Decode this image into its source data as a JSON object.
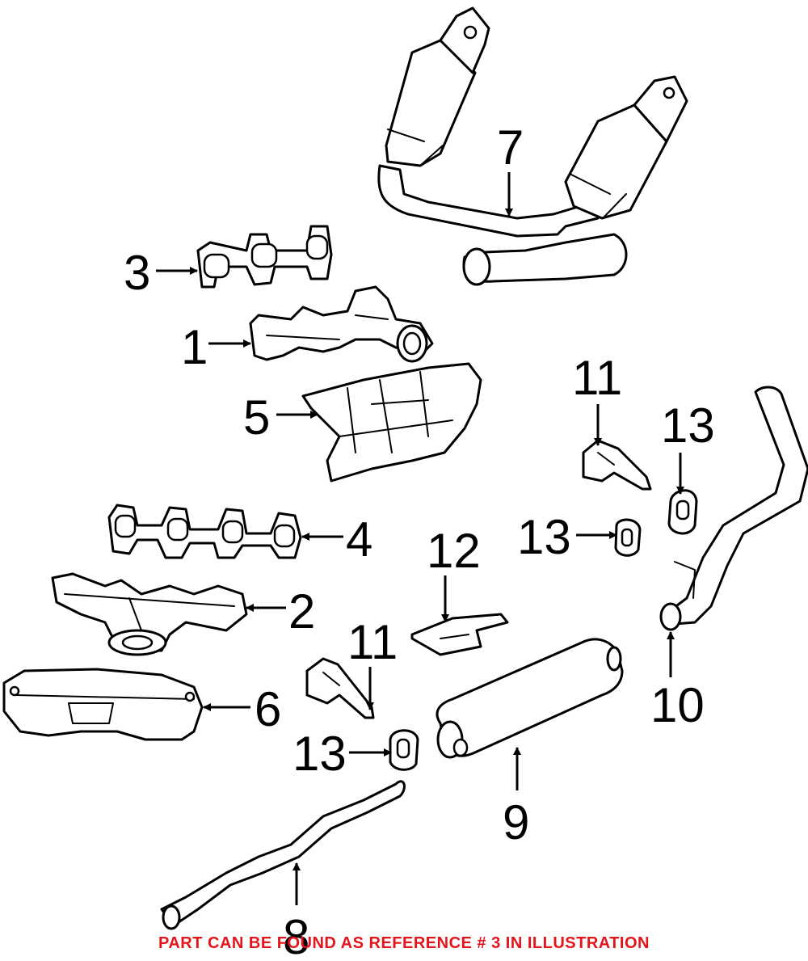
{
  "callouts": {
    "c1": "1",
    "c2": "2",
    "c3": "3",
    "c4": "4",
    "c5": "5",
    "c6": "6",
    "c7": "7",
    "c8": "8",
    "c9": "9",
    "c10": "10",
    "c11a": "11",
    "c11b": "11",
    "c12": "12",
    "c13a": "13",
    "c13b": "13",
    "c13c": "13"
  },
  "footer": {
    "note": "PART CAN BE FOUND AS REFERENCE # 3 IN ILLUSTRATION",
    "color": "#e4141b"
  }
}
